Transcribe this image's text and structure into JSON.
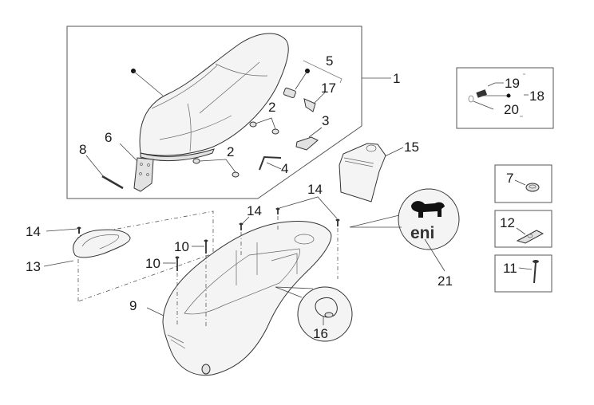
{
  "diagram": {
    "type": "exploded parts diagram",
    "subject": "scooter seat and helmet compartment",
    "callouts": {
      "seat_group": "1",
      "seat_rubber": "2",
      "seat_rubber_b": "2",
      "latch_plate": "3",
      "key": "4",
      "lock_group": "5",
      "hinge": "6",
      "nut": "7",
      "hinge_pin": "8",
      "helmet_compartment": "9",
      "screw_a": "10",
      "screw_b": "10",
      "screw_c": "11",
      "clip": "12",
      "cover": "13",
      "screw_cover": "14",
      "screw_mid": "14",
      "screw_right": "14",
      "battery_cover": "15",
      "plug": "16",
      "lock_lever": "17",
      "lock_cylinder_group": "18",
      "lock_cylinder": "19",
      "o_ring": "20",
      "sticker": "21"
    },
    "sticker_text": "eni"
  }
}
